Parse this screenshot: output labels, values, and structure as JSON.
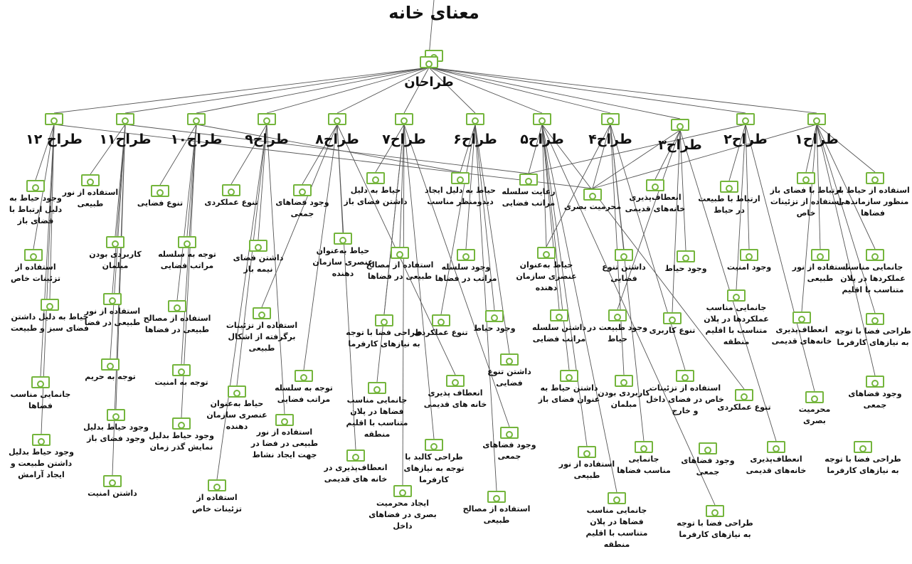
{
  "accent_color": "#74b53c",
  "edge_color": "#555555",
  "nodes": [
    {
      "id": "root",
      "label": "معنای خانه",
      "icon": "node-icon"
    },
    {
      "id": "designers",
      "label": "طراحان",
      "icon": "node-icon"
    },
    {
      "id": "d1",
      "label": "طراح۱",
      "icon": "node-icon"
    },
    {
      "id": "d2",
      "label": "طراح۲",
      "icon": "node-icon"
    },
    {
      "id": "d3",
      "label": "طراح۳",
      "icon": "node-icon"
    },
    {
      "id": "d4",
      "label": "طراح۴",
      "icon": "node-icon"
    },
    {
      "id": "d5",
      "label": "طراح۵",
      "icon": "node-icon"
    },
    {
      "id": "d6",
      "label": "طراح۶",
      "icon": "node-icon"
    },
    {
      "id": "d7",
      "label": "طراح۷",
      "icon": "node-icon"
    },
    {
      "id": "d8",
      "label": "طراح۸",
      "icon": "node-icon"
    },
    {
      "id": "d9",
      "label": "طراح۹",
      "icon": "node-icon"
    },
    {
      "id": "d10",
      "label": "طراح۱۰",
      "icon": "node-icon"
    },
    {
      "id": "d11",
      "label": "طراح۱۱",
      "icon": "node-icon"
    },
    {
      "id": "d12",
      "label": "طراح ۱۲",
      "icon": "node-icon"
    },
    {
      "id": "r1a",
      "label": "استفاده از حیاط به منظور سازماندهی فضاها"
    },
    {
      "id": "r1b",
      "label": "ارتباط با فضای باز استفاده از تزئینات خاص"
    },
    {
      "id": "r2a",
      "label": "ارتباط با طبیعت در حیاط"
    },
    {
      "id": "r3a",
      "label": "انعطاف‌پذیری خانه‌های قدیمی"
    },
    {
      "id": "r4a",
      "label": "محرمیت بصری"
    },
    {
      "id": "r5a",
      "label": "رعایت سلسله مراتب فضایی"
    },
    {
      "id": "r6a",
      "label": "حیاط به دلیل ایجاد دیدومنظر مناسب"
    },
    {
      "id": "r7a",
      "label": "حیاط به دلیل داشتن فضای باز"
    },
    {
      "id": "r8a",
      "label": "وجود فضاهای جمعی"
    },
    {
      "id": "r9a",
      "label": "تنوع عملکردی"
    },
    {
      "id": "r10a",
      "label": "تنوع فضایی"
    },
    {
      "id": "r11a",
      "label": "استفاده از نور طبیعی"
    },
    {
      "id": "r12a",
      "label": "وجود حیاط به دلیل ارتباط با فضای باز"
    },
    {
      "id": "r2b",
      "label": "جانمایی مناسب عملکردها در پلان متناسب با اقلیم"
    },
    {
      "id": "r2c",
      "label": "استفاده از نور طبیعی"
    },
    {
      "id": "r2d",
      "label": "وجود امنیت"
    },
    {
      "id": "r2e",
      "label": "وجود حیاط"
    },
    {
      "id": "r2f",
      "label": "داشتن تنوع فضایی"
    },
    {
      "id": "r2g",
      "label": "جانمایی مناسب عملکردها در پلان متناسب با اقلیم منطقه"
    },
    {
      "id": "r2h",
      "label": "انعطاف‌پذیری خانه‌های قدیمی"
    },
    {
      "id": "r2i",
      "label": "طراحی فضا با توجه به نیازهای کارفرما"
    },
    {
      "id": "r2j",
      "label": "وجود فضاهای جمعی"
    },
    {
      "id": "r5b",
      "label": "حیاط به‌عنوان عنصری سازمان دهنده"
    },
    {
      "id": "r6b",
      "label": "وجود سلسله مراتب در فضاها"
    },
    {
      "id": "r7b",
      "label": "استفاده از مصالح طبیعی در فضاها"
    },
    {
      "id": "r8b",
      "label": "حیاط به‌عنوان عنصری سازمان دهنده"
    },
    {
      "id": "r9b",
      "label": "داشتن فضای نیمه باز"
    },
    {
      "id": "r10b",
      "label": "توجه به سلسله مراتب فضایی"
    },
    {
      "id": "r11b",
      "label": "کاربردی بودن مبلمان"
    },
    {
      "id": "r12b",
      "label": "استفاده از تزئینات خاص"
    },
    {
      "id": "x1",
      "label": "تنوع کاربری"
    },
    {
      "id": "x2",
      "label": "وجود طبیعت در حیاط"
    },
    {
      "id": "x3",
      "label": "داشتن سلسله مراتب فضایی"
    },
    {
      "id": "x4",
      "label": "وجود حیاط"
    },
    {
      "id": "x5",
      "label": "تنوع عملکردی"
    },
    {
      "id": "x6",
      "label": "طراحی فضا با توجه به نیازهای کارفرما"
    },
    {
      "id": "x7",
      "label": "استفاده از تزئینات برگرفته از اشکال طبیعی"
    },
    {
      "id": "x8",
      "label": "استفاده از مصالح طبیعی در فضاها"
    },
    {
      "id": "x9",
      "label": "استفاده از نور طبیعی در فضا"
    },
    {
      "id": "x10",
      "label": "حیاط به دلیل داشتن فضای سبز و طبیعت"
    },
    {
      "id": "y1",
      "label": "استفاده از تزئینات خاص در فضای داخل و خارج"
    },
    {
      "id": "y2",
      "label": "کاربردی بودن مبلمان"
    },
    {
      "id": "y3",
      "label": "داشتن حیاط به عنوان فضای باز"
    },
    {
      "id": "y4",
      "label": "داشتن تنوع فضایی"
    },
    {
      "id": "y5",
      "label": "انعطاف پذیری خانه های قدیمی"
    },
    {
      "id": "y6",
      "label": "جانمایی مناسب فضاها در پلان متناسب با اقلیم منطقه"
    },
    {
      "id": "y7",
      "label": "توجه به سلسله مراتب فضایی"
    },
    {
      "id": "y8",
      "label": "حیاط به‌عنوان عنصری سازمان دهنده"
    },
    {
      "id": "y9",
      "label": "توجه به امنیت"
    },
    {
      "id": "y10",
      "label": "توجه به حریم"
    },
    {
      "id": "y11",
      "label": "جانمایی مناسب فضاها"
    },
    {
      "id": "z1",
      "label": "محرمیت بصری"
    },
    {
      "id": "z2",
      "label": "تنوع عملکردی"
    },
    {
      "id": "z3",
      "label": "وجود فضاهای جمعی"
    },
    {
      "id": "z4",
      "label": "طراحی کالبد با توجه به نیازهای کارفرما"
    },
    {
      "id": "z5",
      "label": "استفاده از نور طبیعی در فضا در جهت ایجاد نشاط"
    },
    {
      "id": "z6",
      "label": "وجود حیاط بدلیل نمایش گذر زمان"
    },
    {
      "id": "z7",
      "label": "وجود حیاط بدلیل وجود فضای باز"
    },
    {
      "id": "z8",
      "label": "وجود حیاط بدلیل داشتن طبیعت و ایجاد آرامش"
    },
    {
      "id": "w1",
      "label": "طراحی فضا با توجه به نیازهای کارفرما"
    },
    {
      "id": "w2",
      "label": "انعطاف‌پذیری خانه‌های قدیمی"
    },
    {
      "id": "w3",
      "label": "وجود فضاهای جمعی"
    },
    {
      "id": "w4",
      "label": "جانمایی مناسب فضاها"
    },
    {
      "id": "w5",
      "label": "استفاده از نور طبیعی"
    },
    {
      "id": "w6",
      "label": "استفاده از مصالح طبیعی"
    },
    {
      "id": "w7",
      "label": "ایجاد محرمیت بصری در فضاهای داخل"
    },
    {
      "id": "w8",
      "label": "انعطاف‌پذیری در خانه های قدیمی"
    },
    {
      "id": "w9",
      "label": "استفاده از تزئینات خاص"
    },
    {
      "id": "w10",
      "label": "داشتن امنیت"
    },
    {
      "id": "v1",
      "label": "طراحی فضا با توجه به نیازهای کارفرما"
    },
    {
      "id": "v2",
      "label": "جانمایی مناسب فضاها در پلان متناسب با اقلیم منطقه"
    }
  ],
  "edges": [
    [
      "root",
      "designers"
    ],
    [
      "designers",
      "d1"
    ],
    [
      "designers",
      "d2"
    ],
    [
      "designers",
      "d3"
    ],
    [
      "designers",
      "d4"
    ],
    [
      "designers",
      "d5"
    ],
    [
      "designers",
      "d6"
    ],
    [
      "designers",
      "d7"
    ],
    [
      "designers",
      "d8"
    ],
    [
      "designers",
      "d9"
    ],
    [
      "designers",
      "d10"
    ],
    [
      "designers",
      "d11"
    ],
    [
      "designers",
      "d12"
    ],
    [
      "d1",
      "r1a"
    ],
    [
      "d1",
      "r1b"
    ],
    [
      "d1",
      "r2b"
    ],
    [
      "d1",
      "r2c"
    ],
    [
      "d1",
      "r2h"
    ],
    [
      "d1",
      "r2i"
    ],
    [
      "d1",
      "r2j"
    ],
    [
      "d1",
      "r4a"
    ],
    [
      "d2",
      "r2a"
    ],
    [
      "d2",
      "r2d"
    ],
    [
      "d2",
      "r2g"
    ],
    [
      "d2",
      "z1"
    ],
    [
      "d2",
      "r5a"
    ],
    [
      "d3",
      "r3a"
    ],
    [
      "d3",
      "r2e"
    ],
    [
      "d3",
      "x1"
    ],
    [
      "d3",
      "x2"
    ],
    [
      "d3",
      "w2"
    ],
    [
      "d3",
      "r4a"
    ],
    [
      "d4",
      "r4a"
    ],
    [
      "d4",
      "r2f"
    ],
    [
      "d4",
      "y1"
    ],
    [
      "d4",
      "y2"
    ],
    [
      "d4",
      "w4"
    ],
    [
      "d4",
      "r5b"
    ],
    [
      "d5",
      "r5a"
    ],
    [
      "d5",
      "r5b"
    ],
    [
      "d5",
      "x3"
    ],
    [
      "d5",
      "y3"
    ],
    [
      "d5",
      "w5"
    ],
    [
      "d5",
      "v2"
    ],
    [
      "d5",
      "v1"
    ],
    [
      "d5",
      "z2"
    ],
    [
      "d6",
      "r6a"
    ],
    [
      "d6",
      "r6b"
    ],
    [
      "d6",
      "x5"
    ],
    [
      "d6",
      "y4"
    ],
    [
      "d6",
      "w6"
    ],
    [
      "d6",
      "x4"
    ],
    [
      "d7",
      "r7a"
    ],
    [
      "d7",
      "r7b"
    ],
    [
      "d7",
      "x6"
    ],
    [
      "d7",
      "y6"
    ],
    [
      "d7",
      "z4"
    ],
    [
      "d7",
      "w7"
    ],
    [
      "d7",
      "z3"
    ],
    [
      "d8",
      "r8a"
    ],
    [
      "d8",
      "r8b"
    ],
    [
      "d8",
      "x7"
    ],
    [
      "d8",
      "y7"
    ],
    [
      "d8",
      "w8"
    ],
    [
      "d8",
      "y5"
    ],
    [
      "d9",
      "r9a"
    ],
    [
      "d9",
      "r9b"
    ],
    [
      "d9",
      "y8"
    ],
    [
      "d9",
      "z5"
    ],
    [
      "d9",
      "w9"
    ],
    [
      "d10",
      "r10a"
    ],
    [
      "d10",
      "r10b"
    ],
    [
      "d10",
      "x8"
    ],
    [
      "d10",
      "y9"
    ],
    [
      "d10",
      "z6"
    ],
    [
      "d10",
      "r6a"
    ],
    [
      "d11",
      "r11a"
    ],
    [
      "d11",
      "r11b"
    ],
    [
      "d11",
      "x9"
    ],
    [
      "d11",
      "y10"
    ],
    [
      "d11",
      "z7"
    ],
    [
      "d11",
      "w10"
    ],
    [
      "d11",
      "r5a"
    ],
    [
      "d12",
      "r12a"
    ],
    [
      "d12",
      "r12b"
    ],
    [
      "d12",
      "x10"
    ],
    [
      "d12",
      "y11"
    ],
    [
      "d12",
      "z8"
    ],
    [
      "d12",
      "r4a"
    ]
  ]
}
